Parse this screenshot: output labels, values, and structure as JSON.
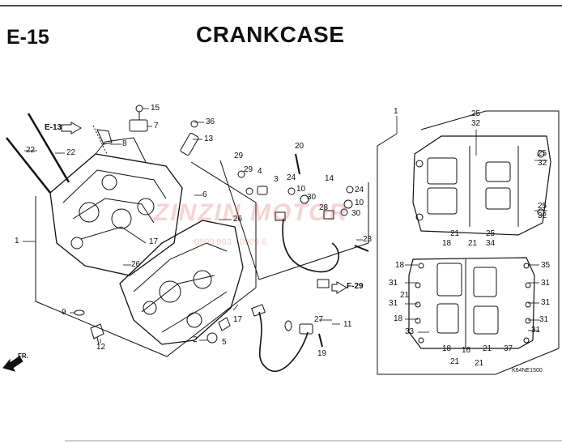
{
  "header": {
    "section_code": "E-15",
    "title": "CRANKCASE"
  },
  "refs": {
    "e13": "E-13",
    "f29": "F-29",
    "front": "FR."
  },
  "drawing_number": "K64NE1500",
  "watermark": {
    "brand": "ZINZIN MOTOR",
    "phone": "0909 993 · 0909 6   "
  },
  "callouts": {
    "c15": "15",
    "c7": "7",
    "c36": "36",
    "c13": "13",
    "c8": "8",
    "c22a": "22",
    "c22b": "22",
    "c1a": "1",
    "c6": "6",
    "c26a": "26",
    "c17a": "17",
    "c26b": "26",
    "c9": "9",
    "c12": "12",
    "c2": "2",
    "c5": "5",
    "c17b": "17",
    "c29a": "29",
    "c29b": "29",
    "c4": "4",
    "c3": "3",
    "c20": "20",
    "c24a": "24",
    "c10a": "10",
    "c30a": "30",
    "c28": "28",
    "c14": "14",
    "c24b": "24",
    "c10b": "10",
    "c30b": "30",
    "c23": "23",
    "c27": "27",
    "c11": "11",
    "c19": "19",
    "r1": "1",
    "r25a": "25",
    "r32a": "32",
    "r25b": "25",
    "r32b": "32",
    "r25c": "25",
    "r32c": "32",
    "r21a": "21",
    "r25d": "25",
    "r18a": "18",
    "r21b": "21",
    "r34": "34",
    "r18b": "18",
    "r35": "35",
    "r31a": "31",
    "r31b": "31",
    "r21c": "21",
    "r31c": "31",
    "r31d": "31",
    "r18c": "18",
    "r31e": "31",
    "r33": "33",
    "r31f": "31",
    "r18d": "18",
    "r16": "16",
    "r21d": "21",
    "r37": "37",
    "r21e": "21",
    "r21f": "21"
  }
}
